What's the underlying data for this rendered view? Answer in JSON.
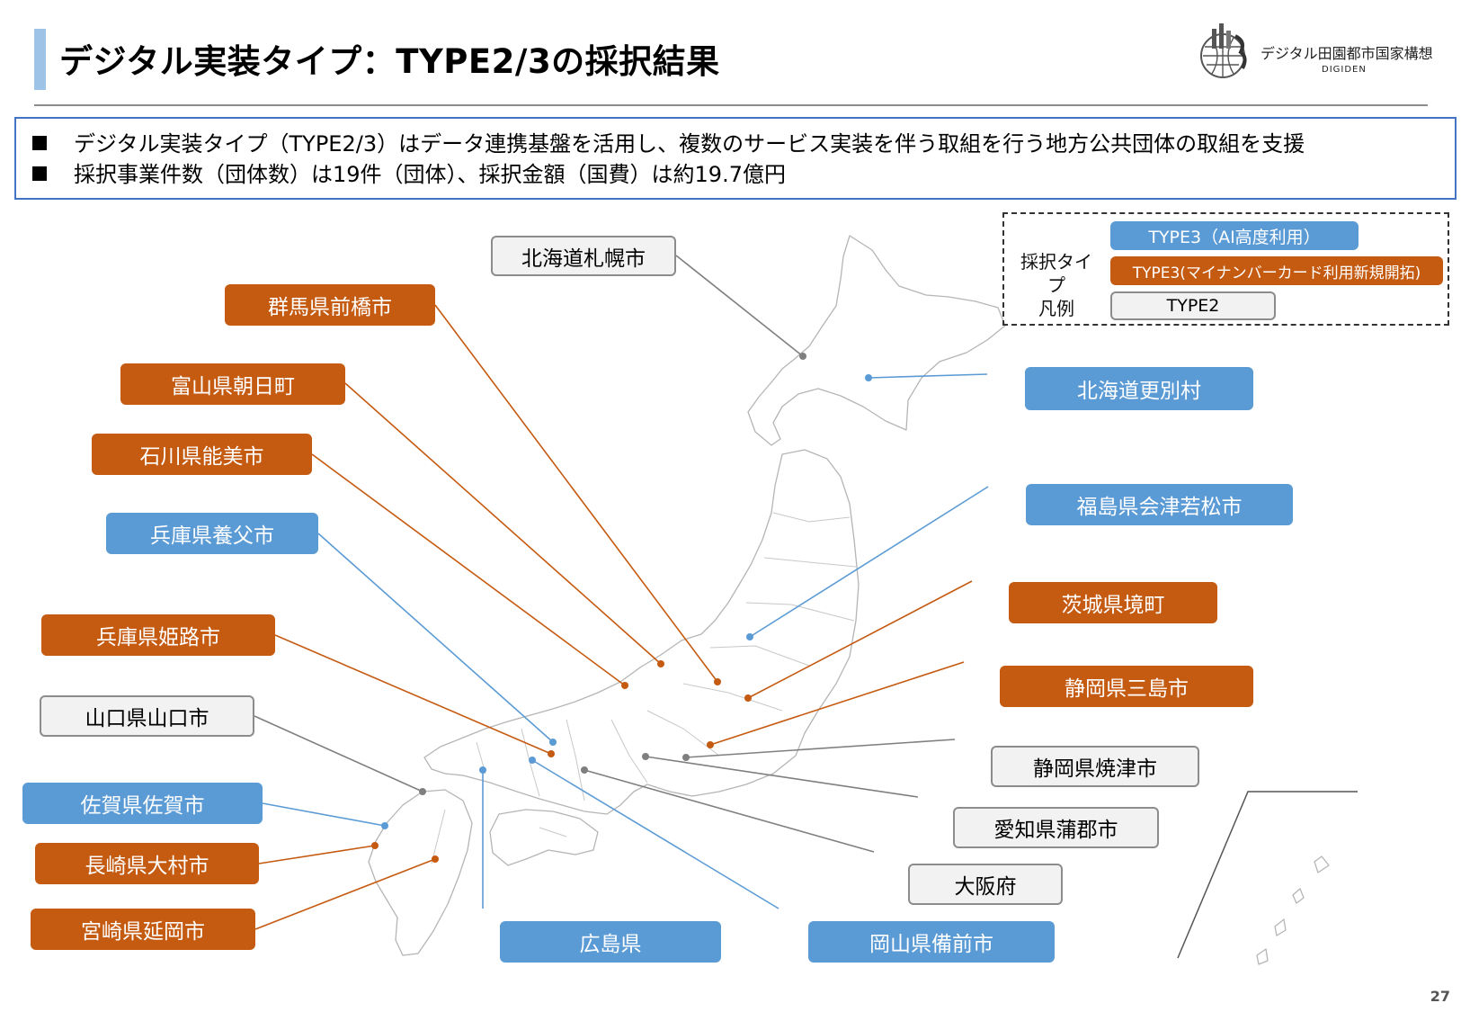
{
  "header": {
    "title": "デジタル実装タイプ：TYPE2/3の採択結果",
    "logo_text": "デジタル田園都市国家構想",
    "logo_sub": "DIGIDEN"
  },
  "summary": {
    "lines": [
      "デジタル実装タイプ（TYPE2/3）はデータ連携基盤を活用し、複数のサービス実装を伴う取組を行う地方公共団体の取組を支援",
      "採択事業件数（団体数）は19件（団体）、採択金額（国費）は約19.7億円"
    ]
  },
  "legend": {
    "title_line1": "採択タイプ",
    "title_line2": "凡例",
    "type3_ai": "TYPE3（AI高度利用）",
    "type3_mynumber": "TYPE3(マイナンバーカード利用新規開拓)",
    "type2": "TYPE2"
  },
  "colors": {
    "type3_ai": "#5b9bd5",
    "type3_mynumber": "#c55a11",
    "type2": "#f2f2f2",
    "type2_line": "#7f7f7f"
  },
  "municipalities": [
    {
      "name": "北海道札幌市",
      "type": "TYPE2"
    },
    {
      "name": "群馬県前橋市",
      "type": "TYPE3-MN"
    },
    {
      "name": "富山県朝日町",
      "type": "TYPE3-MN"
    },
    {
      "name": "石川県能美市",
      "type": "TYPE3-MN"
    },
    {
      "name": "兵庫県養父市",
      "type": "TYPE3-AI"
    },
    {
      "name": "兵庫県姫路市",
      "type": "TYPE3-MN"
    },
    {
      "name": "山口県山口市",
      "type": "TYPE2"
    },
    {
      "name": "佐賀県佐賀市",
      "type": "TYPE3-AI"
    },
    {
      "name": "長崎県大村市",
      "type": "TYPE3-MN"
    },
    {
      "name": "宮崎県延岡市",
      "type": "TYPE3-MN"
    },
    {
      "name": "広島県",
      "type": "TYPE3-AI"
    },
    {
      "name": "岡山県備前市",
      "type": "TYPE3-AI"
    },
    {
      "name": "大阪府",
      "type": "TYPE2"
    },
    {
      "name": "愛知県蒲郡市",
      "type": "TYPE2"
    },
    {
      "name": "静岡県焼津市",
      "type": "TYPE2"
    },
    {
      "name": "静岡県三島市",
      "type": "TYPE3-MN"
    },
    {
      "name": "茨城県境町",
      "type": "TYPE3-MN"
    },
    {
      "name": "福島県会津若松市",
      "type": "TYPE3-AI"
    },
    {
      "name": "北海道更別村",
      "type": "TYPE3-AI"
    }
  ],
  "page_number": "27"
}
